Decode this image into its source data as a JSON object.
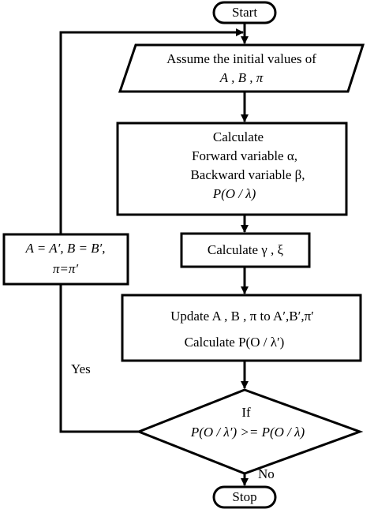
{
  "flowchart": {
    "start": "Start",
    "stop": "Stop",
    "assume": {
      "line1": "Assume the initial values of",
      "line2": "A , B , π"
    },
    "calc1": {
      "line1": "Calculate",
      "line2": "Forward variable  α,",
      "line3": "Backward variable  β,",
      "line4": "P(O / λ)"
    },
    "calc2": {
      "text": "Calculate  γ , ξ"
    },
    "update": {
      "line1": "Update A , B , π   to  A′,B′,π′",
      "line2": "Calculate  P(O / λ′)"
    },
    "decision": {
      "line1": "If",
      "line2": "P(O / λ′) >= P(O / λ)"
    },
    "assign": {
      "line1": "A = A′, B = B′,",
      "line2": "π=π′"
    },
    "yes_label": "Yes",
    "no_label": "No"
  },
  "colors": {
    "stroke": "#000000",
    "fill": "#ffffff"
  }
}
